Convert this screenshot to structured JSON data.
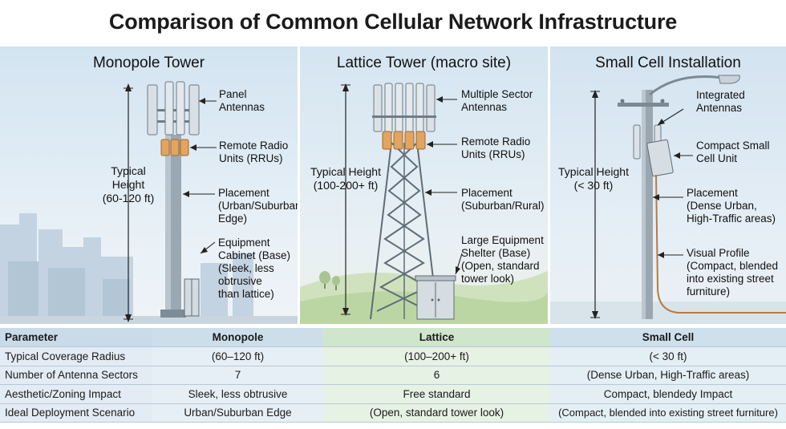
{
  "title": "Comparison of Common Cellular Network Infrastructure",
  "panels": {
    "monopole": {
      "title": "Monopole Tower",
      "height_label": [
        "Typical",
        "Height",
        "(60-120 ft)"
      ],
      "labels": {
        "antennas": [
          "Panel",
          "Antennas"
        ],
        "rru": [
          "Remote Radio",
          "Units (RRUs)"
        ],
        "placement": [
          "Placement",
          "(Urban/Suburban",
          "Edge)"
        ],
        "equipment": [
          "Equipment",
          "Cabinet (Base)",
          "(Sleek, less",
          "obtrusive",
          "than lattice)"
        ]
      }
    },
    "lattice": {
      "title": "Lattice Tower (macro site)",
      "height_label": [
        "Typical Height",
        "(100-200+ ft)"
      ],
      "labels": {
        "antennas": [
          "Multiple Sector",
          "Antennas"
        ],
        "rru": [
          "Remote Radio",
          "Units (RRUs)"
        ],
        "placement": [
          "Placement",
          "(Suburban/Rural)"
        ],
        "equipment": [
          "Large Equipment",
          "Shelter (Base)",
          "(Open, standard",
          "tower look)"
        ]
      }
    },
    "smallcell": {
      "title": "Small Cell Installation",
      "height_label": [
        "Typical Height",
        "(< 30 ft)"
      ],
      "labels": {
        "antennas": [
          "Integrated",
          "Antennas"
        ],
        "unit": [
          "Compact Small",
          "Cell Unit"
        ],
        "placement": [
          "Placement",
          "(Dense Urban,",
          "High-Traffic areas)"
        ],
        "visual": [
          "Visual Profile",
          "(Compact, blended",
          "into existing street",
          "furniture)"
        ]
      }
    }
  },
  "table": {
    "headers": [
      "Parameter",
      "Monopole",
      "Lattice",
      "Small Cell"
    ],
    "rows": [
      [
        "Typical Coverage Radius",
        "(60–120 ft)",
        "(100–200+ ft)",
        "(< 30 ft)"
      ],
      [
        "Number of Antenna Sectors",
        "7",
        "6",
        "(Dense Urban, High-Traffic areas)"
      ],
      [
        "Aesthetic/Zoning Impact",
        "Sleek, less obtrusive",
        "Free standard",
        "Compact, blendedy Impact"
      ],
      [
        "Ideal Deployment Scenario",
        "Urban/Suburban Edge",
        "(Open, standard tower look)",
        "(Compact, blended into existing street furniture)"
      ]
    ]
  },
  "colors": {
    "sky": "#d3e4f1",
    "steel": "#8a9aa6",
    "rru_orange": "#e2a45e",
    "grass": "#c5dcae",
    "header_blue": "#c9dbe9",
    "header_green": "#cfe6cd"
  }
}
